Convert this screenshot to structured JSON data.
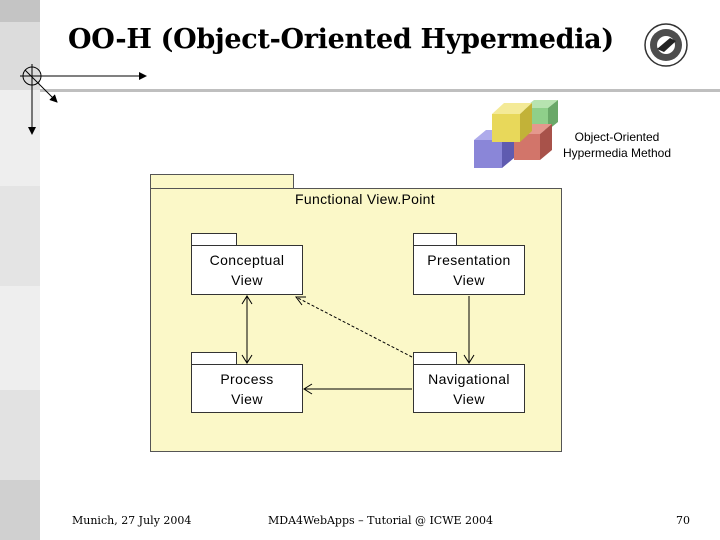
{
  "slide": {
    "title": "OO-H (Object-Oriented Hypermedia)",
    "method_label_line1": "Object-Oriented",
    "method_label_line2": "Hypermedia Method",
    "package_title": "Functional View.Point",
    "views": {
      "conceptual": {
        "line1": "Conceptual",
        "line2": "View"
      },
      "presentation": {
        "line1": "Presentation",
        "line2": "View"
      },
      "process": {
        "line1": "Process",
        "line2": "View"
      },
      "navigational": {
        "line1": "Navigational",
        "line2": "View"
      }
    },
    "footer": {
      "left": "Munich, 27 July 2004",
      "center": "MDA4WebApps – Tutorial @ ICWE 2004",
      "page": "70"
    }
  },
  "colors": {
    "package_fill": "#fbf8c8",
    "rule_gray": "#bfbfbf",
    "cube_yellow": "#e8d85a",
    "cube_red": "#d2756a",
    "cube_blue": "#8a86d8",
    "cube_green": "#8fcf8a"
  },
  "icons": [
    "university-seal-icon",
    "cubes-logo-icon",
    "crosshair-axes-icon"
  ]
}
